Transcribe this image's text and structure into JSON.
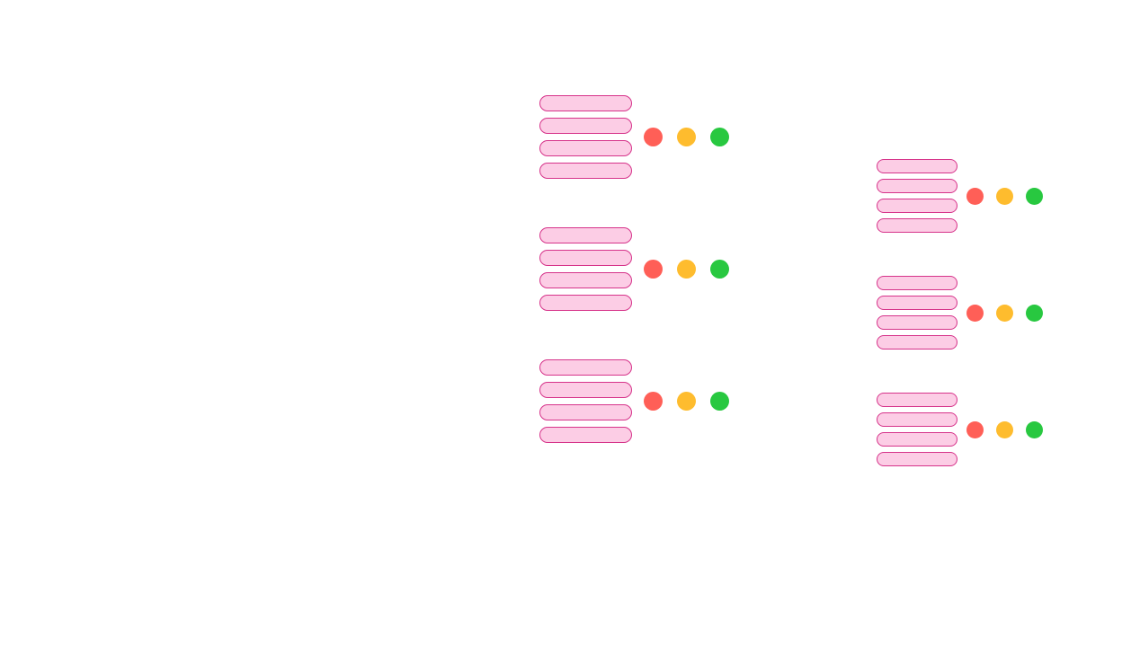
{
  "colors": {
    "pill_fill": "#fccde5",
    "pill_border": "#d6338a",
    "red": "#ff5f57",
    "yellow": "#febc2e",
    "green": "#28c840",
    "background": "#ffffff"
  },
  "widgets": [
    {
      "size": "lg",
      "pills": 4,
      "dots": [
        "red",
        "yellow",
        "green"
      ]
    },
    {
      "size": "lg",
      "pills": 4,
      "dots": [
        "red",
        "yellow",
        "green"
      ]
    },
    {
      "size": "lg",
      "pills": 4,
      "dots": [
        "red",
        "yellow",
        "green"
      ]
    },
    {
      "size": "sm",
      "pills": 4,
      "dots": [
        "red",
        "yellow",
        "green"
      ]
    },
    {
      "size": "sm",
      "pills": 4,
      "dots": [
        "red",
        "yellow",
        "green"
      ]
    },
    {
      "size": "sm",
      "pills": 4,
      "dots": [
        "red",
        "yellow",
        "green"
      ]
    }
  ]
}
